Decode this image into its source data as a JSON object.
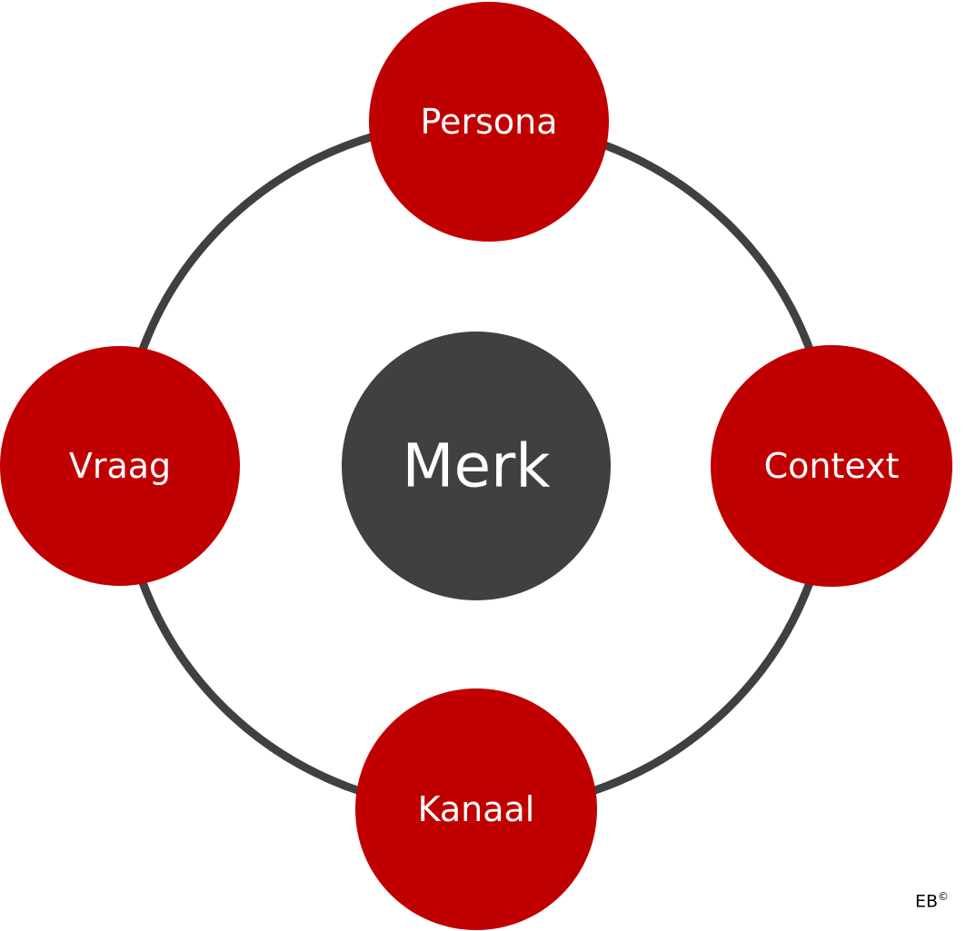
{
  "diagram": {
    "center": {
      "label": "Merk",
      "color": "#404040"
    },
    "ring_color": "#404040",
    "nodes": [
      {
        "label": "Persona",
        "position": "top",
        "color": "#C00000"
      },
      {
        "label": "Context",
        "position": "right",
        "color": "#C00000"
      },
      {
        "label": "Kanaal",
        "position": "bottom",
        "color": "#C00000"
      },
      {
        "label": "Vraag",
        "position": "left",
        "color": "#C00000"
      }
    ]
  },
  "footer": {
    "initials": "EB",
    "symbol": "©"
  }
}
